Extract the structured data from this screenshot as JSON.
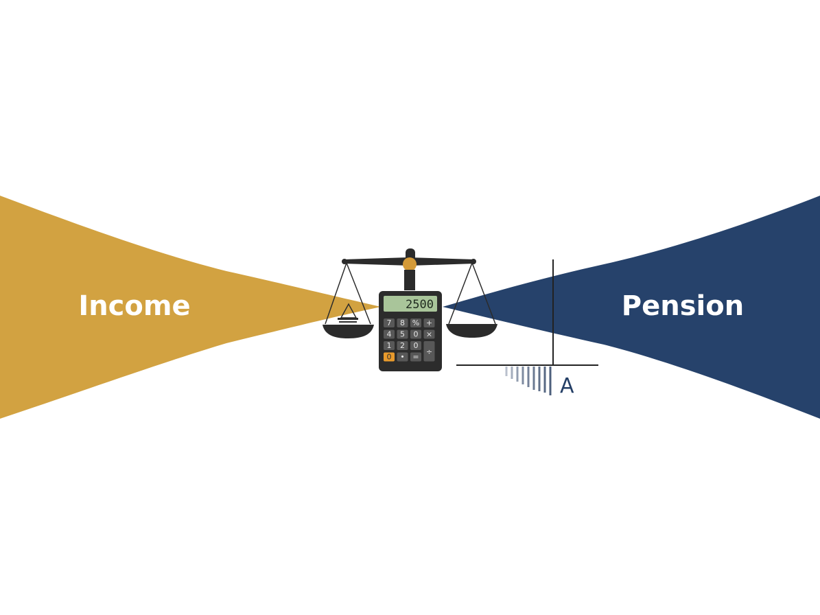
{
  "left_funnel": {
    "label": "Income",
    "color": "#d2a241"
  },
  "right_funnel": {
    "label": "Pension",
    "color": "#26426b"
  },
  "calculator": {
    "display": "2500",
    "keys": [
      [
        "7",
        "8",
        "%",
        "+"
      ],
      [
        "4",
        "5",
        "0",
        "×"
      ],
      [
        "1",
        "2",
        "0",
        "÷"
      ],
      [
        "0",
        "•",
        "="
      ]
    ],
    "accent": "#e89a2c"
  },
  "axis": {
    "label": "A"
  },
  "icons": [
    "balance-scale-icon",
    "calculator-icon"
  ]
}
